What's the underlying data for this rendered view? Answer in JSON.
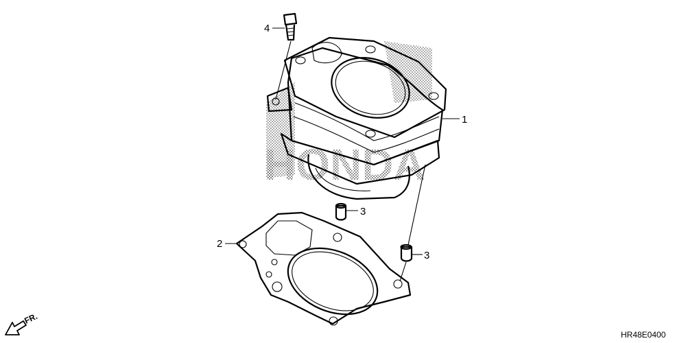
{
  "diagram": {
    "code": "HR48E0400",
    "direction_label": "FR.",
    "watermark": "HONDA",
    "callouts": [
      {
        "id": "c1",
        "number": "1"
      },
      {
        "id": "c2",
        "number": "2"
      },
      {
        "id": "c3a",
        "number": "3"
      },
      {
        "id": "c3b",
        "number": "3"
      },
      {
        "id": "c4",
        "number": "4"
      }
    ]
  }
}
